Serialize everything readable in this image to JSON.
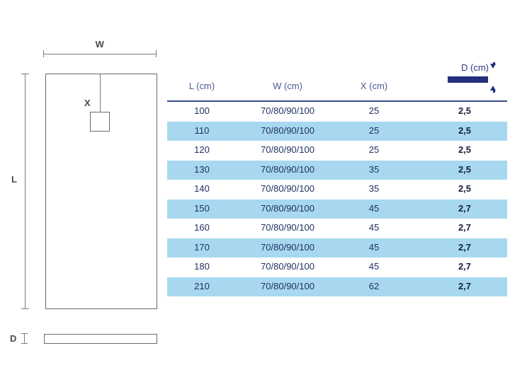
{
  "drawing": {
    "width_label": "W",
    "length_label": "L",
    "drain_label": "X",
    "depth_label": "D",
    "stroke_color": "#6b6b6b"
  },
  "legend": {
    "title": "D (cm)",
    "bar_color": "#232f7c",
    "arrow_down_icon": "arrow-down-icon",
    "arrow_up_icon": "arrow-up-icon"
  },
  "table": {
    "headers": [
      "L (cm)",
      "W (cm)",
      "X (cm)",
      "D (cm)"
    ],
    "header_color": "#4a5b96",
    "rule_color": "#3a4a8f",
    "stripe_color": "#a8d8f0",
    "rows": [
      {
        "l": "100",
        "w": "70/80/90/100",
        "x": "25",
        "d": "2,5"
      },
      {
        "l": "110",
        "w": "70/80/90/100",
        "x": "25",
        "d": "2,5"
      },
      {
        "l": "120",
        "w": "70/80/90/100",
        "x": "25",
        "d": "2,5"
      },
      {
        "l": "130",
        "w": "70/80/90/100",
        "x": "35",
        "d": "2,5"
      },
      {
        "l": "140",
        "w": "70/80/90/100",
        "x": "35",
        "d": "2,5"
      },
      {
        "l": "150",
        "w": "70/80/90/100",
        "x": "45",
        "d": "2,7"
      },
      {
        "l": "160",
        "w": "70/80/90/100",
        "x": "45",
        "d": "2,7"
      },
      {
        "l": "170",
        "w": "70/80/90/100",
        "x": "45",
        "d": "2,7"
      },
      {
        "l": "180",
        "w": "70/80/90/100",
        "x": "45",
        "d": "2,7"
      },
      {
        "l": "210",
        "w": "70/80/90/100",
        "x": "62",
        "d": "2,7"
      }
    ]
  }
}
